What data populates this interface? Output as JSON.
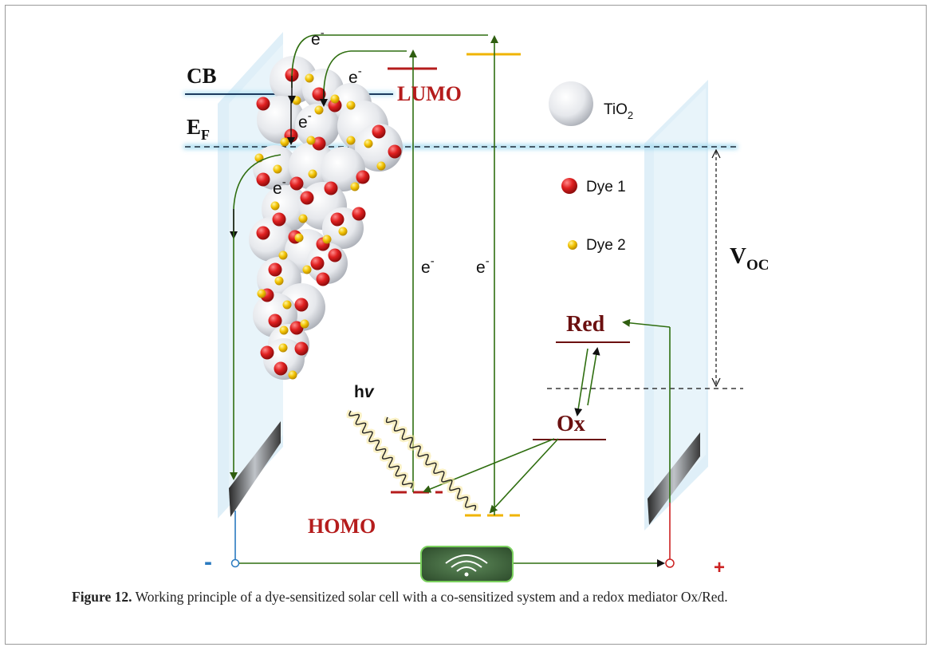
{
  "labels": {
    "cb": "CB",
    "ef_main": "E",
    "ef_sub": "F",
    "lumo": "LUMO",
    "homo": "HOMO",
    "tio2_main": "TiO",
    "tio2_sub": "2",
    "dye1": "Dye 1",
    "dye2": "Dye 2",
    "voc_main": "V",
    "voc_sub": "OC",
    "red": "Red",
    "ox": "Ox",
    "hv_h": "h",
    "hv_v": "v",
    "electron": "e",
    "electron_sup": "-",
    "minus": "-",
    "plus": "+"
  },
  "caption": {
    "figure": "Figure 12.",
    "text": " Working principle of a dye-sensitized solar cell with a co-sensitized system and a redox mediator Ox/Red."
  },
  "colors": {
    "dye1": "#e02020",
    "dye2": "#f2c200",
    "lumo_homo_dye1": "#b51c1c",
    "level_dye2": "#f0b400",
    "redox": "#6b1010",
    "arrow": "#2f6e10",
    "cb_line": "#1c3a5e",
    "glass": "#cfe6f3",
    "wire_minus": "#2a7ac0",
    "wire_plus": "#cc2222"
  },
  "icons": [
    "tio2-particle-icon",
    "dye1-dot-icon",
    "dye2-dot-icon",
    "load-device-icon",
    "photon-wave-icon"
  ]
}
